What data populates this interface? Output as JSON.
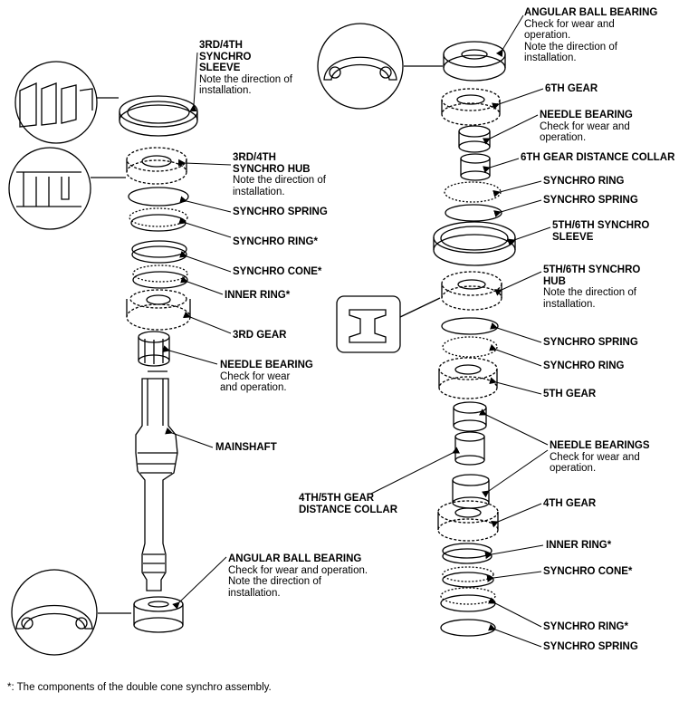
{
  "labels": [
    {
      "id": "l-34-sleeve",
      "title": "3RD/4TH\nSYNCHRO\nSLEEVE",
      "note": "Note the direction of\ninstallation."
    },
    {
      "id": "l-34-hub",
      "title": "3RD/4TH\nSYNCHRO HUB",
      "note": "Note the direction of\ninstallation."
    },
    {
      "id": "l-spring-l",
      "title": "SYNCHRO SPRING",
      "note": ""
    },
    {
      "id": "l-ring-l",
      "title": "SYNCHRO RING*",
      "note": ""
    },
    {
      "id": "l-cone-l",
      "title": "SYNCHRO CONE*",
      "note": ""
    },
    {
      "id": "l-inner-l",
      "title": "INNER RING*",
      "note": ""
    },
    {
      "id": "l-3rd",
      "title": "3RD GEAR",
      "note": ""
    },
    {
      "id": "l-needle-l",
      "title": "NEEDLE BEARING",
      "note": "Check for wear\nand operation."
    },
    {
      "id": "l-mainshaft",
      "title": "MAINSHAFT",
      "note": ""
    },
    {
      "id": "l-abb-l",
      "title": "ANGULAR BALL BEARING",
      "note": "Check for wear and operation.\nNote the direction of\ninstallation."
    },
    {
      "id": "l-abb-r",
      "title": "ANGULAR BALL BEARING",
      "note": "Check for wear and\noperation.\nNote the direction of\ninstallation."
    },
    {
      "id": "l-6th",
      "title": "6TH GEAR",
      "note": ""
    },
    {
      "id": "l-needle-r",
      "title": "NEEDLE BEARING",
      "note": "Check for wear and\noperation."
    },
    {
      "id": "l-6th-collar",
      "title": "6TH GEAR DISTANCE COLLAR",
      "note": ""
    },
    {
      "id": "l-ring-r1",
      "title": "SYNCHRO RING",
      "note": ""
    },
    {
      "id": "l-spring-r1",
      "title": "SYNCHRO SPRING",
      "note": ""
    },
    {
      "id": "l-56-sleeve",
      "title": "5TH/6TH SYNCHRO\nSLEEVE",
      "note": ""
    },
    {
      "id": "l-56-hub",
      "title": "5TH/6TH SYNCHRO\nHUB",
      "note": "Note the direction of\ninstallation."
    },
    {
      "id": "l-spring-r2",
      "title": "SYNCHRO SPRING",
      "note": ""
    },
    {
      "id": "l-ring-r2",
      "title": "SYNCHRO RING",
      "note": ""
    },
    {
      "id": "l-5th",
      "title": "5TH GEAR",
      "note": ""
    },
    {
      "id": "l-needles-r",
      "title": "NEEDLE BEARINGS",
      "note": "Check for wear and\noperation."
    },
    {
      "id": "l-45-collar",
      "title": "4TH/5TH GEAR\nDISTANCE COLLAR",
      "note": ""
    },
    {
      "id": "l-4th",
      "title": "4TH GEAR",
      "note": ""
    },
    {
      "id": "l-inner-r",
      "title": "INNER RING*",
      "note": ""
    },
    {
      "id": "l-cone-r",
      "title": "SYNCHRO CONE*",
      "note": ""
    },
    {
      "id": "l-ring-r3",
      "title": "SYNCHRO RING*",
      "note": ""
    },
    {
      "id": "l-spring-r3",
      "title": "SYNCHRO SPRING",
      "note": ""
    }
  ],
  "footnote": "*: The components of the double cone synchro assembly."
}
